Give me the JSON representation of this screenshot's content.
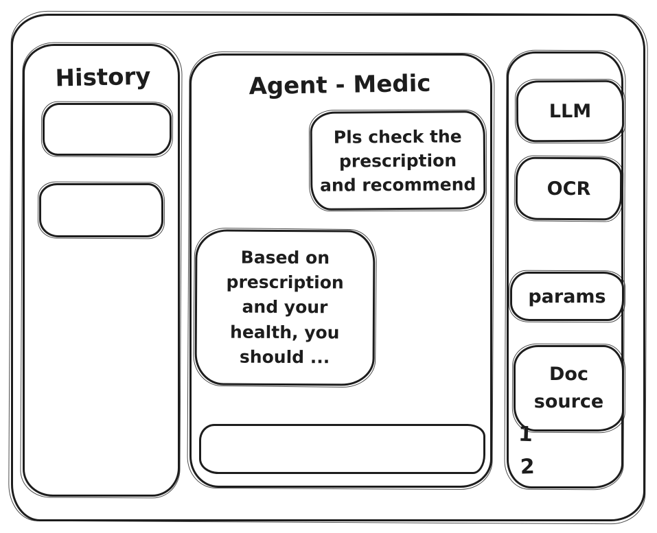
{
  "window": {
    "background": "#ffffff",
    "stroke_color": "#1d1d1d"
  },
  "history_panel": {
    "title": "History",
    "items": [
      {
        "label": ""
      },
      {
        "label": ""
      }
    ]
  },
  "chat_panel": {
    "title": "Agent - Medic",
    "messages": [
      {
        "role": "user",
        "text": "Pls check the prescription and recommend"
      },
      {
        "role": "assistant",
        "text": "Based on prescription and your health, you should ..."
      }
    ],
    "input": {
      "value": "",
      "placeholder": ""
    }
  },
  "tools_panel": {
    "buttons": [
      {
        "label": "LLM"
      },
      {
        "label": "OCR"
      },
      {
        "label": "params"
      },
      {
        "label": "Doc source"
      }
    ],
    "doc_source_list": [
      "1",
      "2"
    ]
  }
}
